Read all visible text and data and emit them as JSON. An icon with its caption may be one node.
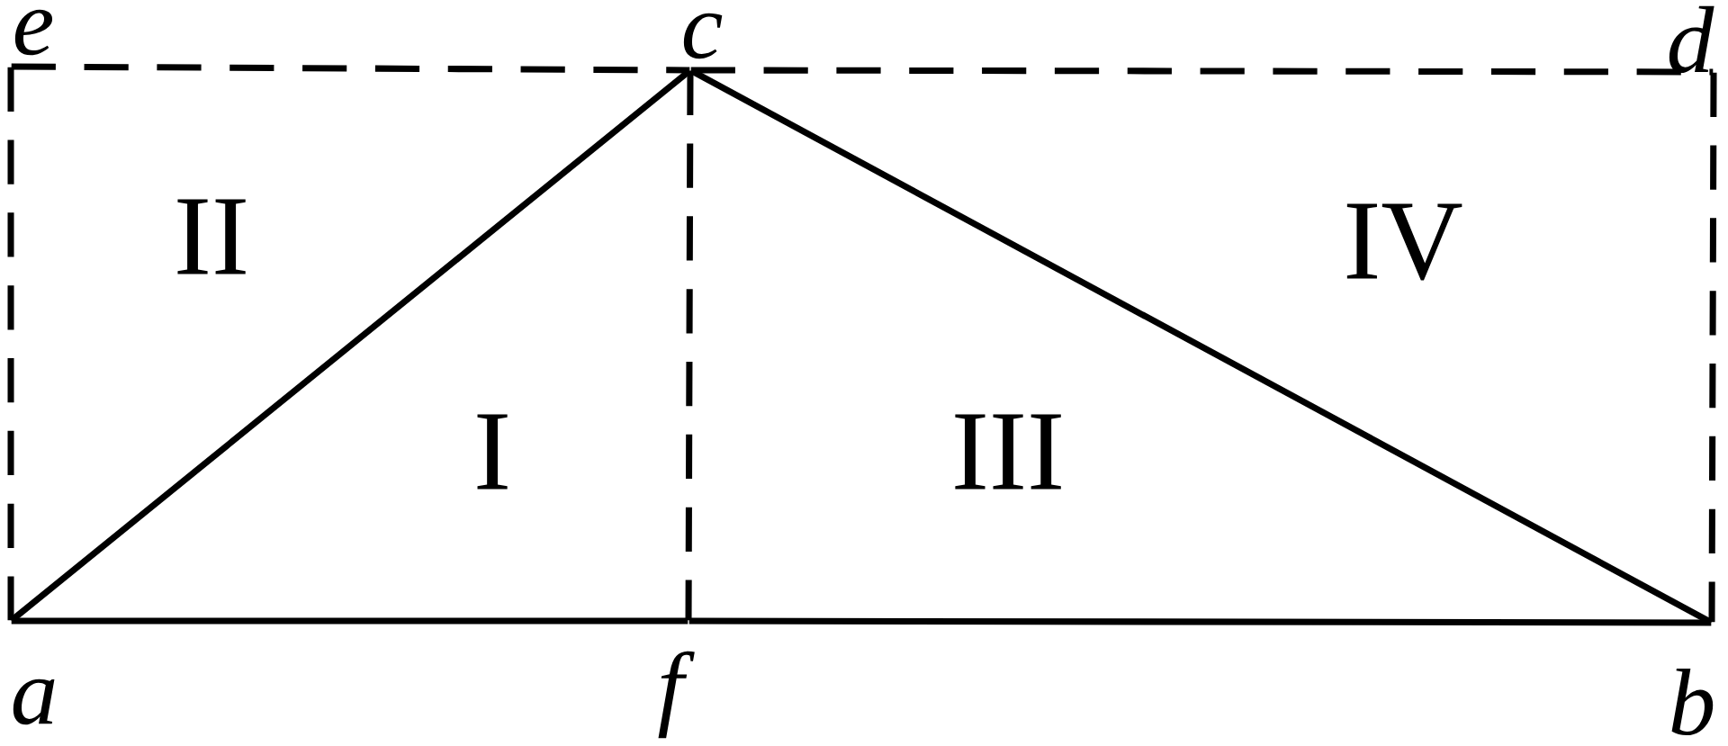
{
  "diagram": {
    "nodes": [
      {
        "text": [
          "e"
        ]
      },
      {
        "text": [
          "c"
        ]
      },
      {
        "text": [
          "d"
        ]
      },
      {
        "text": [
          "a"
        ]
      },
      {
        "text": [
          "f"
        ]
      },
      {
        "text": [
          "b"
        ]
      }
    ],
    "edges": [
      {
        "from": 3,
        "to": 1,
        "arrow": "none"
      },
      {
        "from": 1,
        "to": 5,
        "arrow": "none"
      },
      {
        "from": 3,
        "to": 4,
        "arrow": "none"
      },
      {
        "from": 4,
        "to": 5,
        "arrow": "none"
      },
      {
        "from": 0,
        "to": 1,
        "arrow": "none",
        "style": "dashed"
      },
      {
        "from": 1,
        "to": 2,
        "arrow": "none",
        "style": "dashed"
      },
      {
        "from": 0,
        "to": 3,
        "arrow": "none",
        "style": "dashed"
      },
      {
        "from": 2,
        "to": 5,
        "arrow": "none",
        "style": "dashed"
      },
      {
        "from": 1,
        "to": 4,
        "arrow": "none",
        "style": "dashed"
      }
    ],
    "labels": [
      "II",
      "IV",
      "I",
      "III"
    ]
  }
}
